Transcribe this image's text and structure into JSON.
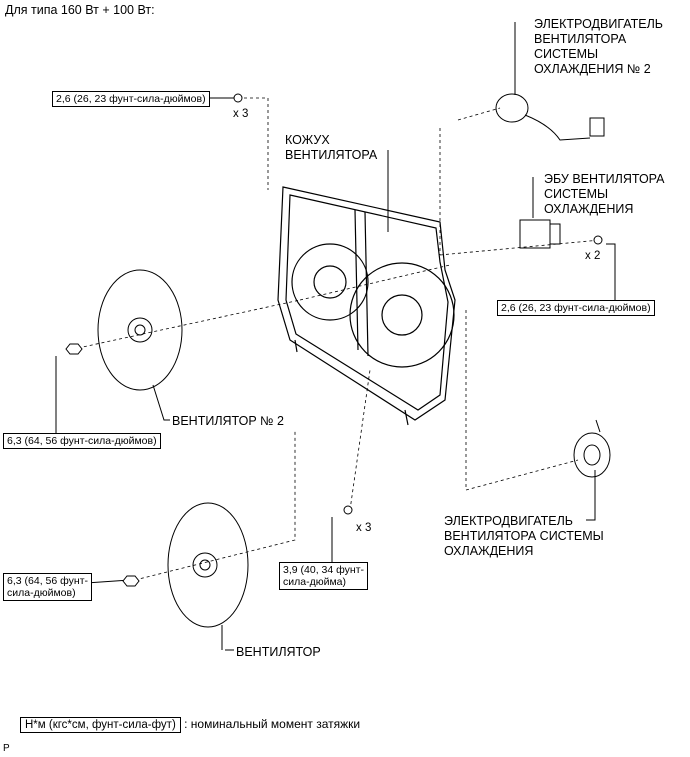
{
  "header": {
    "title": "Для типа 160 Вт + 100 Вт:"
  },
  "labels": {
    "motor2": "ЭЛЕКТРОДВИГАТЕЛЬ\nВЕНТИЛЯТОРА\nСИСТЕМЫ\nОХЛАЖДЕНИЯ № 2",
    "shroud": "КОЖУХ\nВЕНТИЛЯТОРА",
    "ecu": "ЭБУ ВЕНТИЛЯТОРА\nСИСТЕМЫ\nОХЛАЖДЕНИЯ",
    "fan2": "ВЕНТИЛЯТОР № 2",
    "motor": "ЭЛЕКТРОДВИГАТЕЛЬ\nВЕНТИЛЯТОРА СИСТЕМЫ\nОХЛАЖДЕНИЯ",
    "fan": "ВЕНТИЛЯТОР"
  },
  "torque": {
    "t1": "2,6 (26, 23 фунт-сила-дюймов)",
    "t2": "2,6 (26, 23 фунт-сила-дюймов)",
    "t3": "6,3 (64, 56 фунт-сила-дюймов)",
    "t4": "3,9 (40, 34 фунт-\nсила-дюйма)",
    "t5": "6,3 (64, 56 фунт-\nсила-дюймов)"
  },
  "counts": {
    "c1": "x 3",
    "c2": "x 2",
    "c3": "x 3"
  },
  "legend": {
    "unit": "Н*м (кгс*см, фунт-сила-фут)",
    "text": ": номинальный момент затяжки"
  },
  "footer": {
    "code": "P"
  }
}
